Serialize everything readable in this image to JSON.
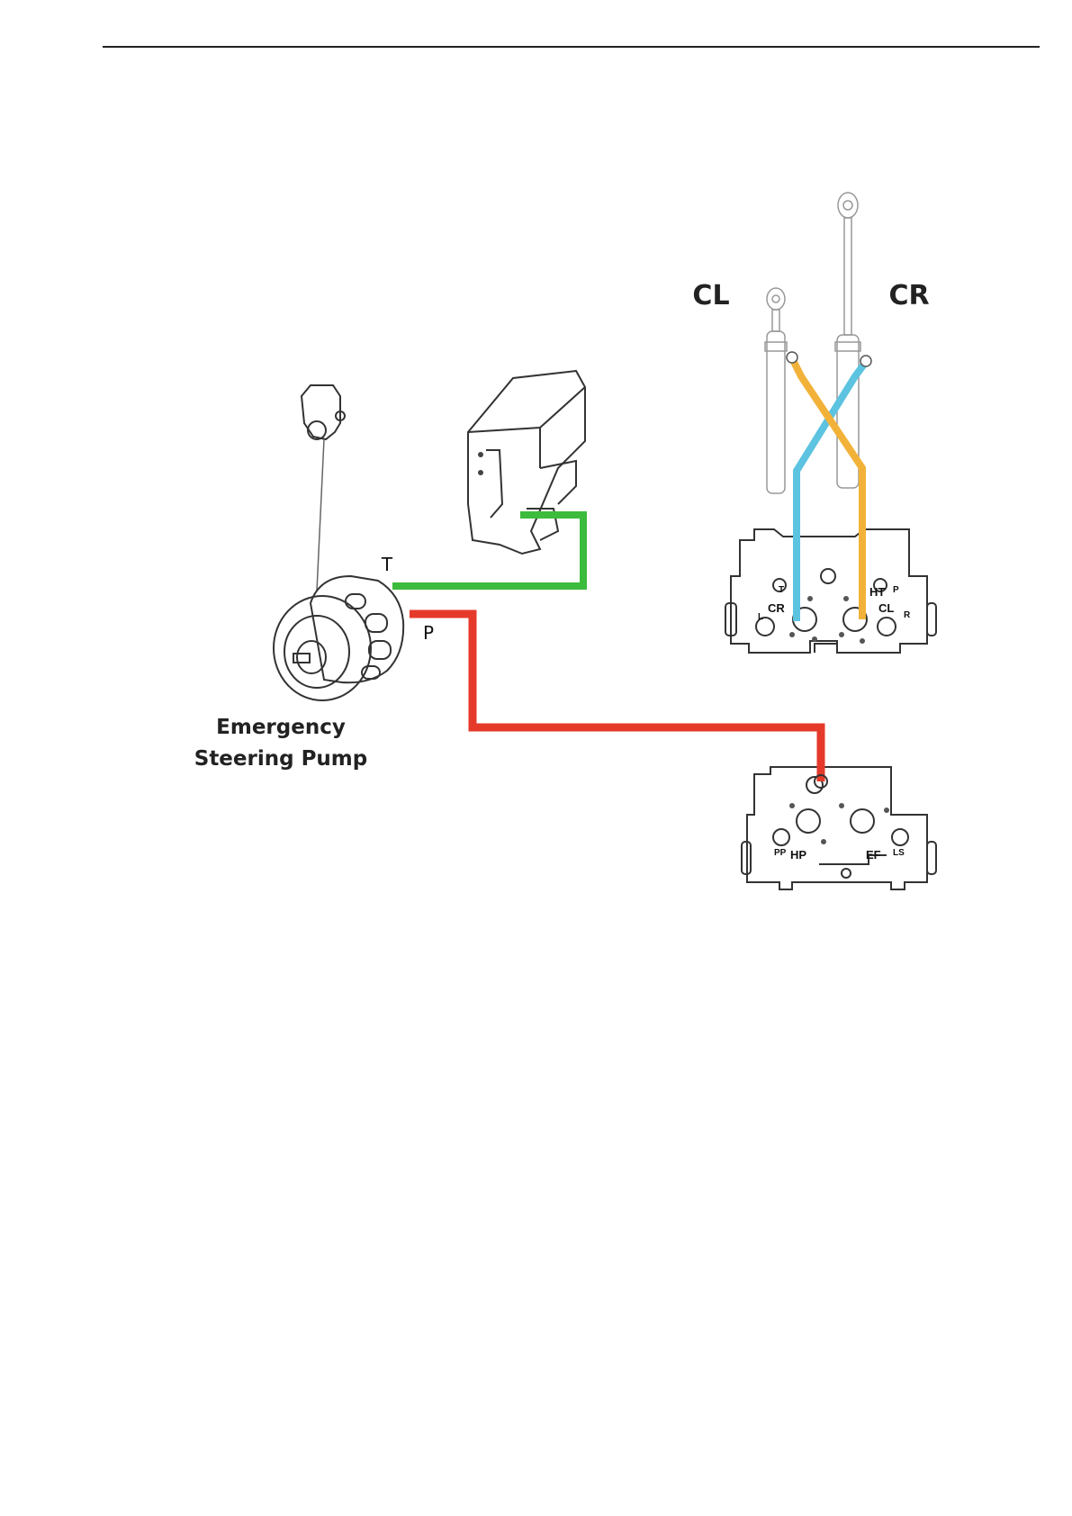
{
  "labels": {
    "cylinder_left": "CL",
    "cylinder_right": "CR",
    "port_tank": "T",
    "port_pressure": "P",
    "pump_line1": "Emergency",
    "pump_line2": "Steering Pump"
  },
  "steering_valve_ports": {
    "t": "T",
    "cr": "CR",
    "l": "L",
    "ht": "HT",
    "p": "P",
    "cl": "CL",
    "r": "R"
  },
  "priority_valve_ports": {
    "pp": "PP",
    "hp": "HP",
    "ef": "EF",
    "ls": "LS"
  },
  "colors": {
    "tank_line": "#3dbb3d",
    "pressure_line": "#e53a2a",
    "cr_line": "#5cc3e0",
    "cl_line": "#f2b23a"
  }
}
